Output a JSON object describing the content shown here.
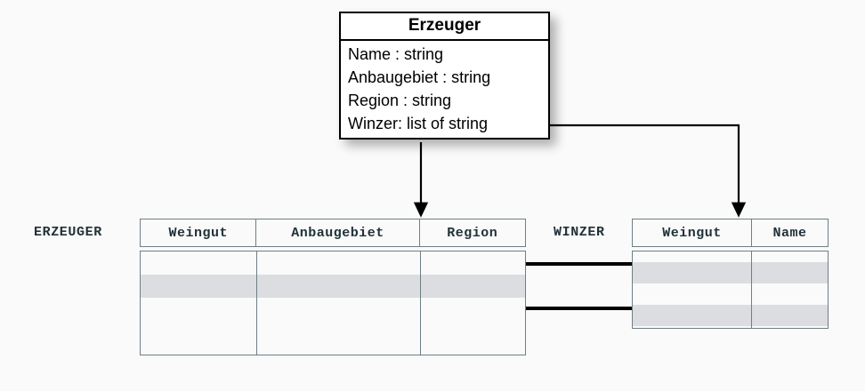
{
  "diagram": {
    "title_text": "Erzeuger",
    "background_color": "#fafafa",
    "line_color": "#000000",
    "grid_color": "#6e7f85",
    "shade_color": "#dcdde1"
  },
  "uml_class": {
    "name": "Erzeuger",
    "attributes": [
      {
        "text": "Name : string"
      },
      {
        "text": "Anbaugebiet : string"
      },
      {
        "text": "Region : string"
      },
      {
        "text": "Winzer: list of string"
      }
    ]
  },
  "tables": [
    {
      "key": "erzeuger",
      "label": "ERZEUGER",
      "columns": [
        {
          "name": "Weingut"
        },
        {
          "name": "Anbaugebiet"
        },
        {
          "name": "Region"
        }
      ],
      "rows": [
        {
          "shaded": false,
          "cells": [
            "",
            "",
            ""
          ]
        },
        {
          "shaded": true,
          "cells": [
            "",
            "",
            ""
          ]
        },
        {
          "shaded": false,
          "cells": [
            "",
            "",
            ""
          ]
        },
        {
          "shaded": false,
          "cells": [
            "",
            "",
            ""
          ]
        }
      ]
    },
    {
      "key": "winzer",
      "label": "WINZER",
      "columns": [
        {
          "name": "Weingut"
        },
        {
          "name": "Name"
        }
      ],
      "rows": [
        {
          "shaded": true,
          "cells": [
            "",
            ""
          ]
        },
        {
          "shaded": false,
          "cells": [
            "",
            ""
          ]
        },
        {
          "shaded": true,
          "cells": [
            "",
            ""
          ]
        }
      ]
    }
  ],
  "connectors": [
    {
      "name": "name-to-erzeuger-arrow",
      "kind": "arrow",
      "from": "Erzeuger class",
      "to": "ERZEUGER table"
    },
    {
      "name": "winzer-attr-to-winzer-arrow",
      "kind": "arrow",
      "from": "Winzer: list of string",
      "to": "WINZER table"
    },
    {
      "name": "erzeuger-weingut-to-winzer-link-upper",
      "kind": "link-line"
    },
    {
      "name": "erzeuger-weingut-to-winzer-link-lower",
      "kind": "link-line"
    }
  ]
}
